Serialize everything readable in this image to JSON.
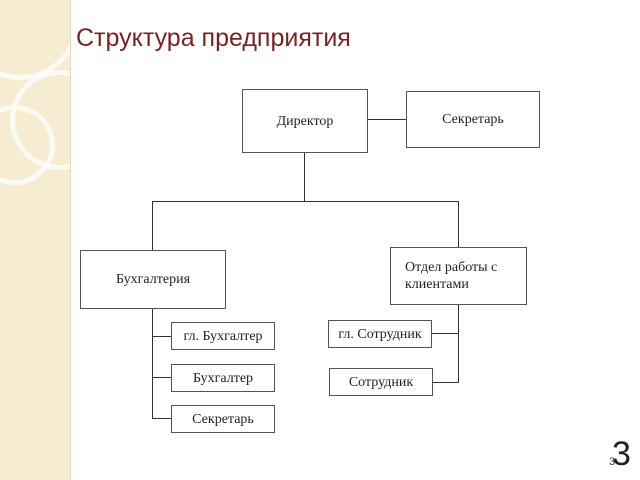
{
  "slide": {
    "title": "Структура предприятия",
    "page_number_small": "3",
    "page_number_large": "3"
  },
  "org_chart": {
    "director": "Директор",
    "secretary_top": "Секретарь",
    "accounting": "Бухгалтерия",
    "client_dept": "Отдел работы с клиентами",
    "chief_accountant": "гл. Бухгалтер",
    "accountant": "Бухгалтер",
    "accounting_secretary": "Секретарь",
    "chief_employee": "гл. Сотрудник",
    "employee": "Сотрудник"
  }
}
